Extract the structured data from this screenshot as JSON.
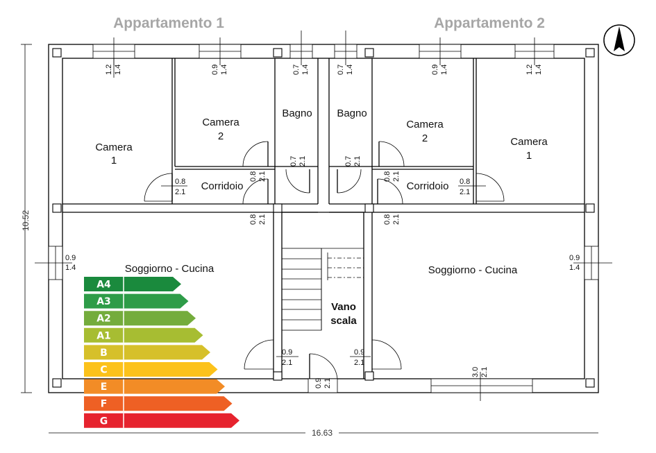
{
  "titles": {
    "apt1": "Appartamento 1",
    "apt2": "Appartamento 2"
  },
  "rooms": {
    "camera_label": "Camera",
    "camera1_num": "1",
    "camera2_num": "2",
    "bagno": "Bagno",
    "corridoio": "Corridoio",
    "soggiorno": "Soggiorno - Cucina",
    "vano_line1": "Vano",
    "vano_line2": "scala"
  },
  "dimensions": {
    "total_width": "16.63",
    "total_height": "10.52",
    "win_1_2": "1.2",
    "win_0_9": "0.9",
    "win_0_7": "0.7",
    "win_1_4": "1.4",
    "door_0_8": "0.8",
    "door_0_7": "0.7",
    "door_0_9": "0.9",
    "door_2_1": "2.1",
    "window_3_0": "3.0"
  },
  "energy_classes": [
    {
      "label": "A4",
      "color": "#1a8a3d"
    },
    {
      "label": "A3",
      "color": "#2e9c48"
    },
    {
      "label": "A2",
      "color": "#74ac3c"
    },
    {
      "label": "A1",
      "color": "#a7bd32"
    },
    {
      "label": "B",
      "color": "#d6c02a"
    },
    {
      "label": "C",
      "color": "#fcc21b"
    },
    {
      "label": "E",
      "color": "#f28c26"
    },
    {
      "label": "F",
      "color": "#ee6024"
    },
    {
      "label": "G",
      "color": "#e6232e"
    }
  ],
  "compass": {
    "icon": "north-arrow-icon"
  }
}
